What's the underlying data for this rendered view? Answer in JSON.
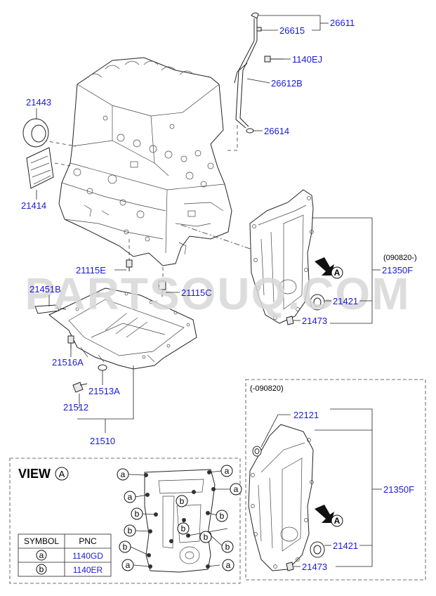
{
  "watermark": "PARTSOUQ.COM",
  "parts": {
    "p26611": "26611",
    "p26615": "26615",
    "p1140EJ": "1140EJ",
    "p26612B": "26612B",
    "p26614": "26614",
    "p21443": "21443",
    "p21414": "21414",
    "p21115E": "21115E",
    "p21115C": "21115C",
    "p21451B": "21451B",
    "p21516A": "21516A",
    "p21513A": "21513A",
    "p21512": "21512",
    "p21510": "21510",
    "p21350F_top": "21350F",
    "p21421_top": "21421",
    "p21473_top": "21473",
    "p22121": "22121",
    "p21350F_bottom": "21350F",
    "p21421_bottom": "21421",
    "p21473_bottom": "21473"
  },
  "notes": {
    "date_from": "(090820-)",
    "date_to": "(-090820)",
    "view_arrow_letter": "A"
  },
  "view": {
    "title": "VIEW",
    "letter": "A",
    "callouts": {
      "a": "a",
      "b": "b"
    }
  },
  "symbol_table": {
    "header_symbol": "SYMBOL",
    "header_pnc": "PNC",
    "rows": [
      {
        "symbol": "a",
        "pnc": "1140GD"
      },
      {
        "symbol": "b",
        "pnc": "1140ER"
      }
    ]
  }
}
